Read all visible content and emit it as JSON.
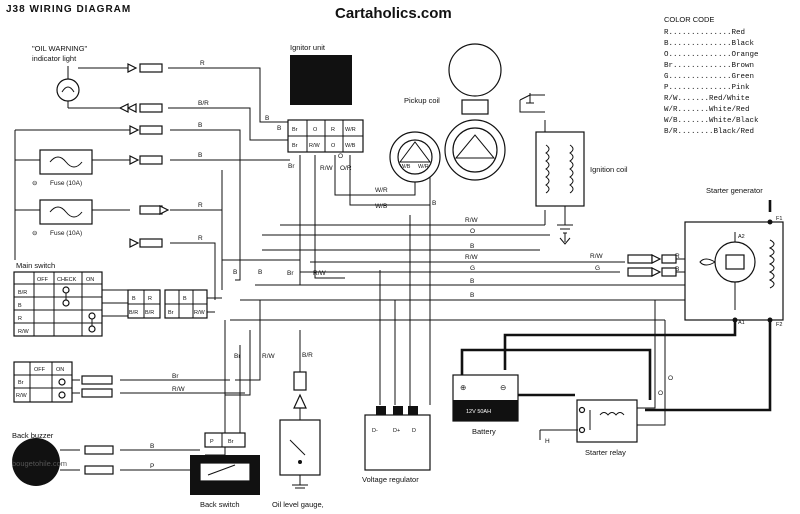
{
  "title": "J38  WIRING  DIAGRAM",
  "website": "Cartaholics.com",
  "watermark": "bougetohile.com",
  "labels": {
    "oil_warning": "\"OIL WARNING\"",
    "indicator_light": "indicator light",
    "ignitor_unit": "Ignitor unit",
    "pickup_coil": "Pickup coil",
    "ignition_coil": "Ignition coil",
    "starter_generator": "Starter generator",
    "fuse1": "Fuse (10A)",
    "fuse2": "Fuse (10A)",
    "main_switch": "Main switch",
    "back_buzzer": "Back buzzer",
    "back_switch": "Back switch",
    "oil_level_gauge": "Oil level gauge,",
    "voltage_regulator": "Voltage regulator",
    "battery": "Battery",
    "battery_rating": "12V 50AH",
    "starter_relay": "Starter relay"
  },
  "color_code": {
    "title": "COLOR CODE",
    "entries": [
      "R..............Red",
      "B..............Black",
      "O..............Orange",
      "Br.............Brown",
      "G..............Green",
      "P..............Pink",
      "R/W.......Red/White",
      "W/R.......White/Red",
      "W/B.......White/Black",
      "B/R........Black/Red"
    ]
  },
  "main_switch_table": {
    "headers": [
      "OFF",
      "CHECK",
      "ON"
    ],
    "rows": [
      "B/R",
      "B",
      "R",
      "R/W"
    ]
  },
  "fr_switch_table": {
    "headers": [
      "OFF",
      "ON"
    ],
    "rows": [
      "Br",
      "R/W"
    ]
  },
  "connector_ignitor": {
    "top": [
      "Br",
      "O",
      "R",
      "W/R"
    ],
    "bottom": [
      "Br",
      "R/W",
      "O",
      "W/B"
    ]
  },
  "connector_main": {
    "top": [
      "B",
      "R",
      "",
      "B"
    ],
    "bottom": [
      "B/R",
      "B/R",
      "Br",
      "R/W"
    ]
  },
  "pickup_pins": [
    "W/B",
    "W/R"
  ],
  "regulator_terms": [
    "D-",
    "D+",
    "D"
  ],
  "starter_terms": [
    "A1",
    "A2",
    "F1",
    "F2"
  ],
  "back_switch_pins": [
    "P",
    "Br"
  ],
  "wire_labels": {
    "r1": "R",
    "br_top": "B/R",
    "b1": "B",
    "b2": "B",
    "b3": "B",
    "r2": "R",
    "r3": "R",
    "b4": "B",
    "br4": "Br",
    "or": "O/R",
    "rw1": "R/W",
    "o1": "O",
    "wr": "W/R",
    "wb": "W/B",
    "rw2": "R/W",
    "o2": "O",
    "b5": "B",
    "rw3": "R/W",
    "g1": "G",
    "g2": "G",
    "r4": "R",
    "b6": "B",
    "b7": "B",
    "b8": "B",
    "b9": "B",
    "br5": "Br",
    "rw4": "R/W",
    "br6": "Br",
    "rw5": "R/W",
    "br7": "Br",
    "rw6": "R/W",
    "br8": "B/R",
    "b10": "B",
    "p1": "P",
    "b11": "B",
    "h": "H",
    "b12": "B",
    "o3": "O",
    "o4": "O"
  }
}
